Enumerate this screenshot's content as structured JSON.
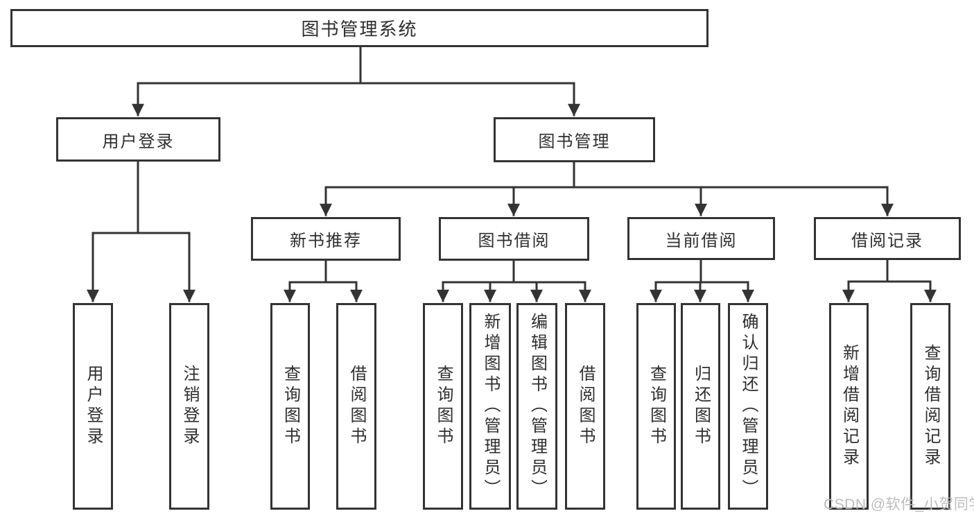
{
  "diagram": {
    "title": "图书管理系统",
    "watermark": "CSDN @软件_小贺同学",
    "colors": {
      "line": "#333333",
      "box_border": "#333333",
      "text": "#2e2e2e",
      "watermark": "#bcbcbc",
      "background": "#ffffff"
    },
    "root": {
      "label": "图书管理系统",
      "children": [
        {
          "label": "用户登录",
          "children": [
            {
              "label": "用户登录"
            },
            {
              "label": "注销登录"
            }
          ]
        },
        {
          "label": "图书管理",
          "children": [
            {
              "label": "新书推荐",
              "children": [
                {
                  "label": "查询图书"
                },
                {
                  "label": "借阅图书"
                }
              ]
            },
            {
              "label": "图书借阅",
              "children": [
                {
                  "label": "查询图书"
                },
                {
                  "label": "新增图书（管理员）"
                },
                {
                  "label": "编辑图书（管理员）"
                },
                {
                  "label": "借阅图书"
                }
              ]
            },
            {
              "label": "当前借阅",
              "children": [
                {
                  "label": "查询图书"
                },
                {
                  "label": "归还图书"
                },
                {
                  "label": "确认归还（管理员）"
                }
              ]
            },
            {
              "label": "借阅记录",
              "children": [
                {
                  "label": "新增借阅记录"
                },
                {
                  "label": "查询借阅记录"
                }
              ]
            }
          ]
        }
      ]
    }
  }
}
